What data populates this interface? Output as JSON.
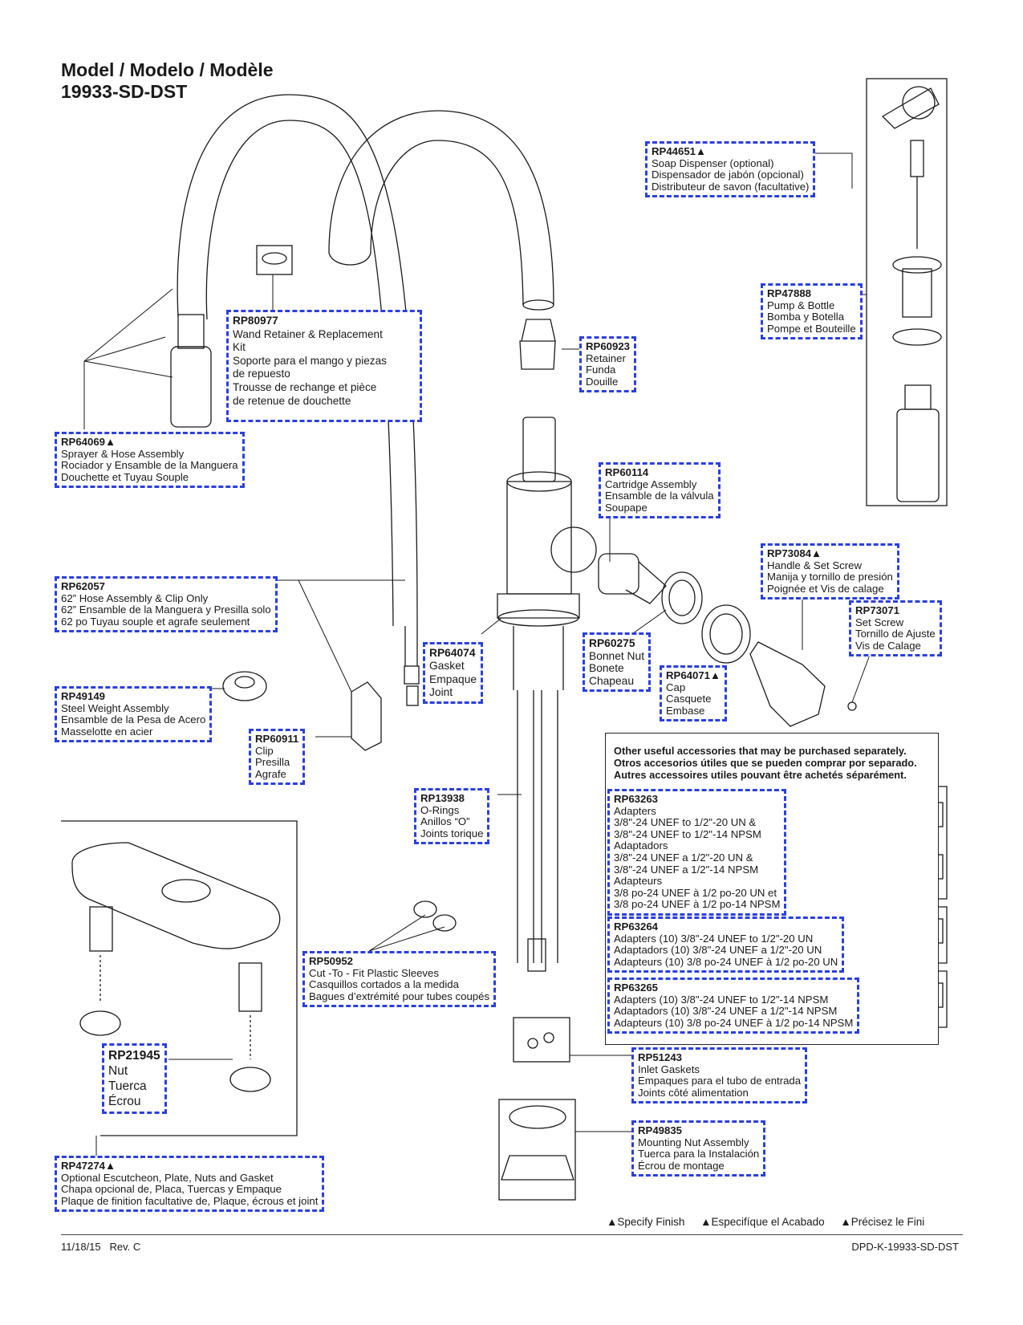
{
  "title": {
    "line1": "Model / Modelo / Modèle",
    "line2": "19933-SD-DST"
  },
  "callouts": {
    "soap": {
      "pn": "RP44651▲",
      "l1": "Soap Dispenser (optional)",
      "l2": "Dispensador de jabón (opcional)",
      "l3": "Distributeur de savon (facultative)"
    },
    "pump": {
      "pn": "RP47888",
      "l1": "Pump & Bottle",
      "l2": "Bomba y Botella",
      "l3": "Pompe et Bouteille"
    },
    "wand": {
      "pn": "RP80977",
      "l1": "Wand Retainer & Replacement",
      "l2": "Kit",
      "l3": "Soporte para el mango y piezas",
      "l4": "de repuesto",
      "l5": "Trousse de rechange et pièce",
      "l6": "de retenue de douchette"
    },
    "retainer": {
      "pn": "RP60923",
      "l1": "Retainer",
      "l2": "Funda",
      "l3": "Douille"
    },
    "sprayer": {
      "pn": "RP64069▲",
      "l1": "Sprayer & Hose Assembly",
      "l2": "Rociador y Ensamble de la Manguera",
      "l3": "Douchette et Tuyau Souple"
    },
    "cartridge": {
      "pn": "RP60114",
      "l1": "Cartridge Assembly",
      "l2": "Ensamble de la válvula",
      "l3": "Soupape"
    },
    "handle": {
      "pn": "RP73084▲",
      "l1": "Handle & Set Screw",
      "l2": "Manija y tornillo de presión",
      "l3": "Poignée et Vis de calage"
    },
    "setscrew": {
      "pn": "RP73071",
      "l1": "Set Screw",
      "l2": "Tornillo de Ajuste",
      "l3": "Vis de Calage"
    },
    "hose62": {
      "pn": "RP62057",
      "l1": "62” Hose Assembly & Clip Only",
      "l2": "62” Ensamble de la Manguera y Presilla solo",
      "l3": "62 po Tuyau souple et agrafe seulement"
    },
    "gasket": {
      "pn": "RP64074",
      "l1": "Gasket",
      "l2": "Empaque",
      "l3": "Joint"
    },
    "bonnet": {
      "pn": "RP60275",
      "l1": "Bonnet Nut",
      "l2": "Bonete",
      "l3": "Chapeau"
    },
    "cap": {
      "pn": "RP64071▲",
      "l1": "Cap",
      "l2": "Casquete",
      "l3": "Embase"
    },
    "weight": {
      "pn": "RP49149",
      "l1": "Steel Weight Assembly",
      "l2": "Ensamble de la Pesa de Acero",
      "l3": "Masselotte en acier"
    },
    "clip": {
      "pn": "RP60911",
      "l1": "Clip",
      "l2": "Presilla",
      "l3": "Agrafe"
    },
    "orings": {
      "pn": "RP13938",
      "l1": "O-Rings",
      "l2": "Anillos “O”",
      "l3": "Joints torique"
    },
    "sleeves": {
      "pn": "RP50952",
      "l1": "Cut -To - Fit Plastic Sleeves",
      "l2": "Casquillos cortados a la medida",
      "l3": "Bagues d’extrémité pour tubes coupés"
    },
    "nut": {
      "pn": "RP21945",
      "l1": "Nut",
      "l2": "Tuerca",
      "l3": "Écrou"
    },
    "escutcheon": {
      "pn": "RP47274▲",
      "l1": "Optional Escutcheon, Plate, Nuts and Gasket",
      "l2": "Chapa opcional de, Placa, Tuercas y Empaque",
      "l3": "Plaque de finition facultative de, Plaque, écrous et joint"
    },
    "inlet": {
      "pn": "RP51243",
      "l1": "Inlet Gaskets",
      "l2": "Empaques para el tubo de entrada",
      "l3": "Joints côté alimentation"
    },
    "mounting": {
      "pn": "RP49835",
      "l1": "Mounting Nut Assembly",
      "l2": "Tuerca para la Instalación",
      "l3": "Écrou de montage"
    }
  },
  "accessories": {
    "heading1": "Other useful accessories that may be purchased separately.",
    "heading2": "Otros accesorios útiles que se pueden comprar por separado.",
    "heading3": "Autres accessoires utiles pouvant être achetés séparément.",
    "a1": {
      "pn": "RP63263",
      "l1": "Adapters",
      "l2": "3/8\"-24 UNEF to 1/2\"-20 UN &",
      "l3": "3/8\"-24 UNEF to 1/2\"-14 NPSM",
      "l4": "Adaptadors",
      "l5": "3/8\"-24 UNEF a 1/2\"-20 UN &",
      "l6": "3/8\"-24 UNEF a 1/2\"-14 NPSM",
      "l7": "Adapteurs",
      "l8": "3/8 po-24 UNEF à 1/2 po-20 UN et",
      "l9": "3/8 po-24 UNEF à 1/2 po-14 NPSM"
    },
    "a2": {
      "pn": "RP63264",
      "l1": "Adapters (10) 3/8\"-24 UNEF to 1/2\"-20 UN",
      "l2": "Adaptadors (10) 3/8\"-24 UNEF a 1/2\"-20 UN",
      "l3": "Adapteurs (10) 3/8 po-24 UNEF à 1/2 po-20 UN"
    },
    "a3": {
      "pn": "RP63265",
      "l1": "Adapters (10) 3/8\"-24 UNEF to 1/2\"-14 NPSM",
      "l2": "Adaptadors (10) 3/8\"-24 UNEF a 1/2\"-14 NPSM",
      "l3": "Adapteurs (10) 3/8 po-24 UNEF à 1/2 po-14 NPSM"
    }
  },
  "finish_note": {
    "en": "▲Specify Finish",
    "es": "▲Especifíque el Acabado",
    "fr": "▲Précisez le Fini"
  },
  "footer": {
    "date_rev": "11/18/15   Rev. C",
    "doc_id": "DPD-K-19933-SD-DST"
  },
  "colors": {
    "callout_border": "#2b3fe0",
    "line": "#1a1a1a"
  }
}
